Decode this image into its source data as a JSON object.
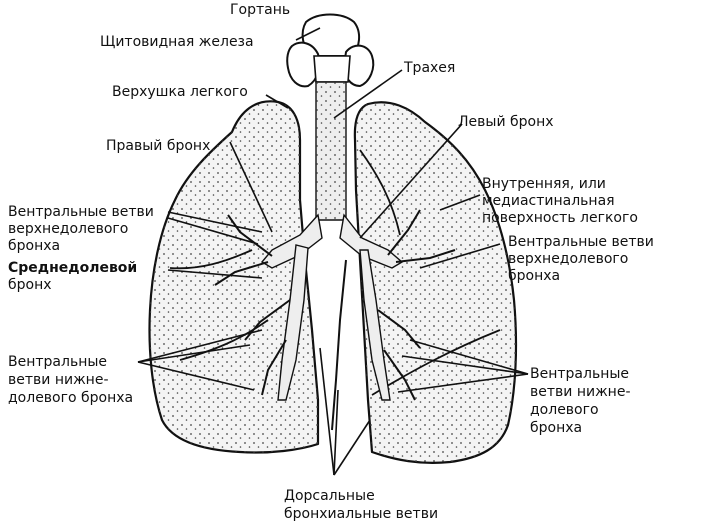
{
  "labels": {
    "larynx": "Гортань",
    "thyroid": "Щитовидная железа",
    "trachea": "Трахея",
    "apex": "Верхушка легкого",
    "left_bronchus": "Левый бронх",
    "right_bronchus": "Правый бронх",
    "mediastinal": [
      "Внутренняя, или",
      "медиастинальная",
      "поверхность легкого"
    ],
    "ventral_upper_left": [
      "Вентральные ветви",
      "верхнедолевого",
      "бронха"
    ],
    "ventral_upper_right": [
      "Вентральные ветви",
      "верхнедолевого",
      "бронха"
    ],
    "middle_lobe": [
      "Среднедолевой",
      "бронх"
    ],
    "ventral_lower_left": [
      "Вентральные",
      "ветви нижне-",
      "долевого бронха"
    ],
    "ventral_lower_right": [
      "Вентральные",
      "ветви нижне-",
      "долевого",
      "бронха"
    ],
    "dorsal": [
      "Дорсальные",
      "бронхиальные ветви"
    ]
  }
}
